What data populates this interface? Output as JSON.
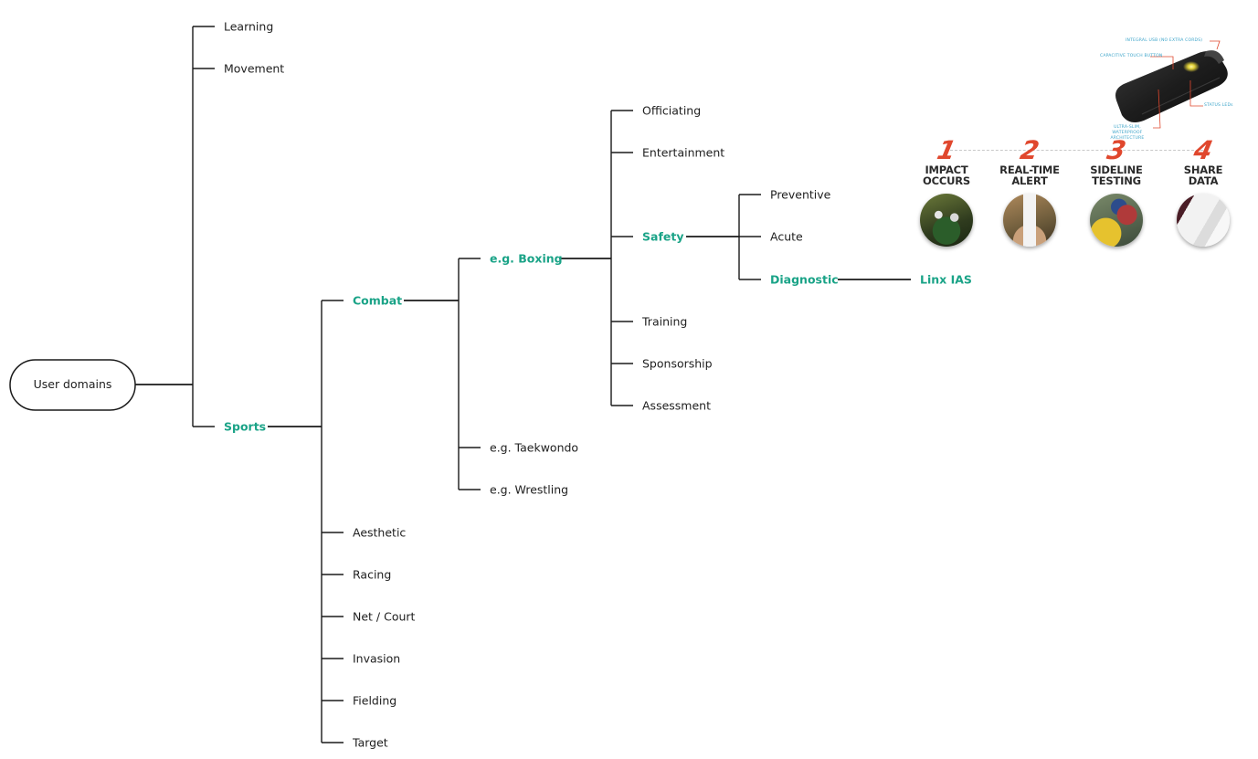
{
  "tree": {
    "root": {
      "id": "root",
      "label": "User domains"
    },
    "nodes": [
      {
        "id": "learning",
        "label": "Learning",
        "highlight": false
      },
      {
        "id": "movement",
        "label": "Movement",
        "highlight": false
      },
      {
        "id": "sports",
        "label": "Sports",
        "highlight": true
      },
      {
        "id": "combat",
        "label": "Combat",
        "highlight": true
      },
      {
        "id": "aesthetic",
        "label": "Aesthetic",
        "highlight": false
      },
      {
        "id": "racing",
        "label": "Racing",
        "highlight": false
      },
      {
        "id": "net-court",
        "label": "Net / Court",
        "highlight": false
      },
      {
        "id": "invasion",
        "label": "Invasion",
        "highlight": false
      },
      {
        "id": "fielding",
        "label": "Fielding",
        "highlight": false
      },
      {
        "id": "target",
        "label": "Target",
        "highlight": false
      },
      {
        "id": "boxing",
        "label": "e.g. Boxing",
        "highlight": true
      },
      {
        "id": "taekwondo",
        "label": "e.g. Taekwondo",
        "highlight": false
      },
      {
        "id": "wrestling",
        "label": "e.g. Wrestling",
        "highlight": false
      },
      {
        "id": "officiating",
        "label": "Officiating",
        "highlight": false
      },
      {
        "id": "entertainment",
        "label": "Entertainment",
        "highlight": false
      },
      {
        "id": "safety",
        "label": "Safety",
        "highlight": true
      },
      {
        "id": "training",
        "label": "Training",
        "highlight": false
      },
      {
        "id": "sponsorship",
        "label": "Sponsorship",
        "highlight": false
      },
      {
        "id": "assessment",
        "label": "Assessment",
        "highlight": false
      },
      {
        "id": "preventive",
        "label": "Preventive",
        "highlight": false
      },
      {
        "id": "acute",
        "label": "Acute",
        "highlight": false
      },
      {
        "id": "diagnostic",
        "label": "Diagnostic",
        "highlight": true
      },
      {
        "id": "linx-ias",
        "label": "Linx IAS",
        "highlight": true
      }
    ],
    "edges": [
      [
        "root",
        "learning"
      ],
      [
        "root",
        "movement"
      ],
      [
        "root",
        "sports"
      ],
      [
        "sports",
        "combat"
      ],
      [
        "sports",
        "aesthetic"
      ],
      [
        "sports",
        "racing"
      ],
      [
        "sports",
        "net-court"
      ],
      [
        "sports",
        "invasion"
      ],
      [
        "sports",
        "fielding"
      ],
      [
        "sports",
        "target"
      ],
      [
        "combat",
        "boxing"
      ],
      [
        "combat",
        "taekwondo"
      ],
      [
        "combat",
        "wrestling"
      ],
      [
        "boxing",
        "officiating"
      ],
      [
        "boxing",
        "entertainment"
      ],
      [
        "boxing",
        "safety"
      ],
      [
        "boxing",
        "training"
      ],
      [
        "boxing",
        "sponsorship"
      ],
      [
        "boxing",
        "assessment"
      ],
      [
        "safety",
        "preventive"
      ],
      [
        "safety",
        "acute"
      ],
      [
        "safety",
        "diagnostic"
      ],
      [
        "diagnostic",
        "linx-ias"
      ]
    ],
    "colors": {
      "highlight": "#1aa387",
      "line": "#1a1a1a",
      "text": "#1e1e1e"
    }
  },
  "linx_panel": {
    "callouts": {
      "usb": "INTEGRAL USB (NO EXTRA CORDS)",
      "touch": "CAPACITIVE TOUCH BUTTON",
      "leds": "STATUS LEDs",
      "slim": "ULTRA-SLIM, WATERPROOF ARCHITECTURE"
    },
    "steps": [
      {
        "number": "1",
        "title": "IMPACT\nOCCURS",
        "photo": "football-tackle"
      },
      {
        "number": "2",
        "title": "REAL-TIME\nALERT",
        "photo": "phone-alert"
      },
      {
        "number": "3",
        "title": "SIDELINE\nTESTING",
        "photo": "sideline-medic"
      },
      {
        "number": "4",
        "title": "SHARE\nDATA",
        "photo": "doctor-coat"
      }
    ],
    "colors": {
      "accent": "#e0472d",
      "callout": "#3aa3c9",
      "device": "#1d1d1d",
      "led": "#f5e23a"
    }
  }
}
